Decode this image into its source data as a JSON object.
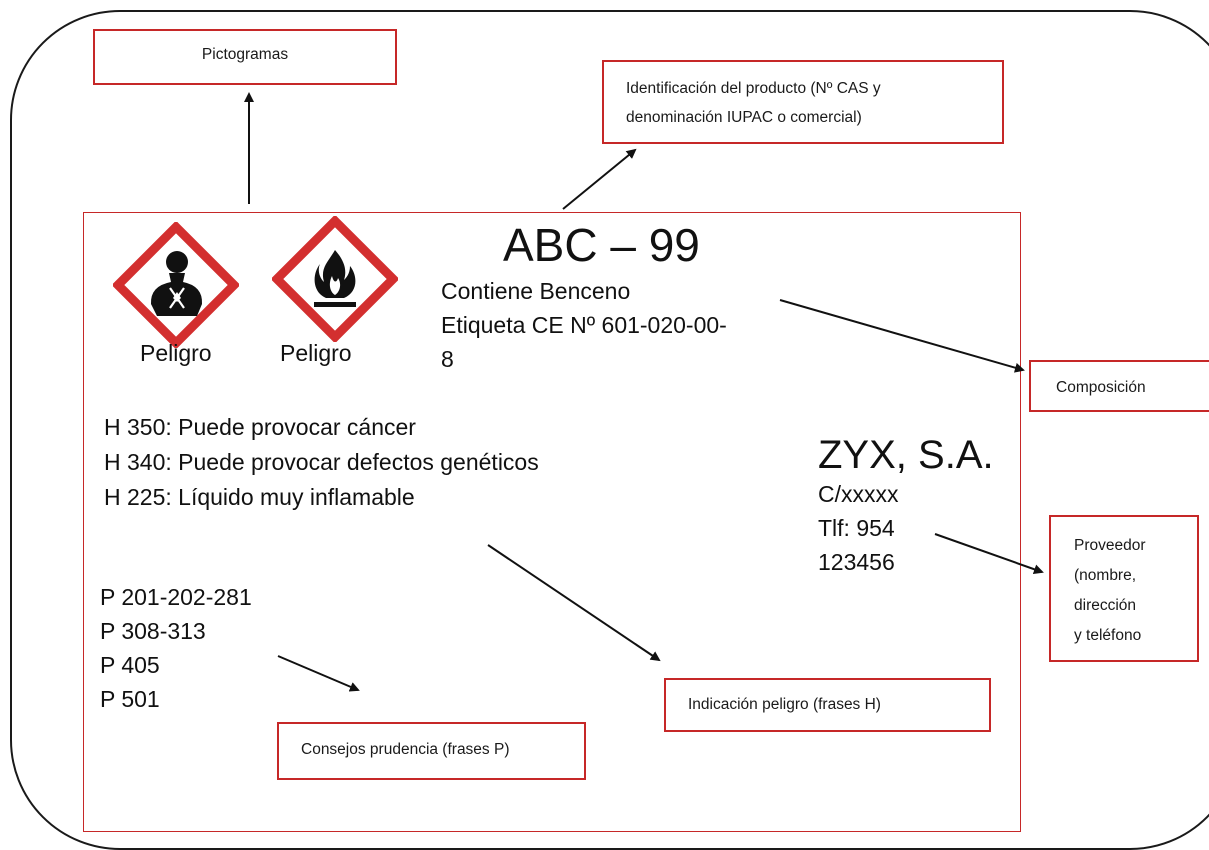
{
  "callouts": {
    "pictogramas": "Pictogramas",
    "identificacion_line1": "Identificación del producto (Nº CAS y",
    "identificacion_line2": "denominación IUPAC o comercial)",
    "composicion": "Composición",
    "proveedor_line1": "Proveedor",
    "proveedor_line2": "(nombre,",
    "proveedor_line3": "dirección",
    "proveedor_line4": "y teléfono",
    "indicacion": "Indicación peligro (frases H)",
    "consejos": "Consejos prudencia (frases P)"
  },
  "label": {
    "product_name": "ABC – 99",
    "composition_line1": "Contiene Benceno",
    "composition_line2": "Etiqueta CE Nº 601-020-00-",
    "composition_line3": "8",
    "pictograms": [
      {
        "icon": "health-hazard-icon",
        "caption": "Peligro"
      },
      {
        "icon": "flame-icon",
        "caption": "Peligro"
      }
    ],
    "h_phrases": [
      "H 350: Puede provocar cáncer",
      "H 340: Puede provocar defectos genéticos",
      "H 225: Líquido muy inflamable"
    ],
    "p_phrases": [
      "P 201-202-281",
      "P 308-313",
      "P 405",
      "P 501"
    ],
    "supplier_name": "ZYX, S.A.",
    "supplier_address": "C/xxxxx",
    "supplier_phone_line1": "Tlf: 954",
    "supplier_phone_line2": "123456"
  },
  "colors": {
    "accent_red": "#c62828",
    "outline": "#1a1a1a"
  }
}
